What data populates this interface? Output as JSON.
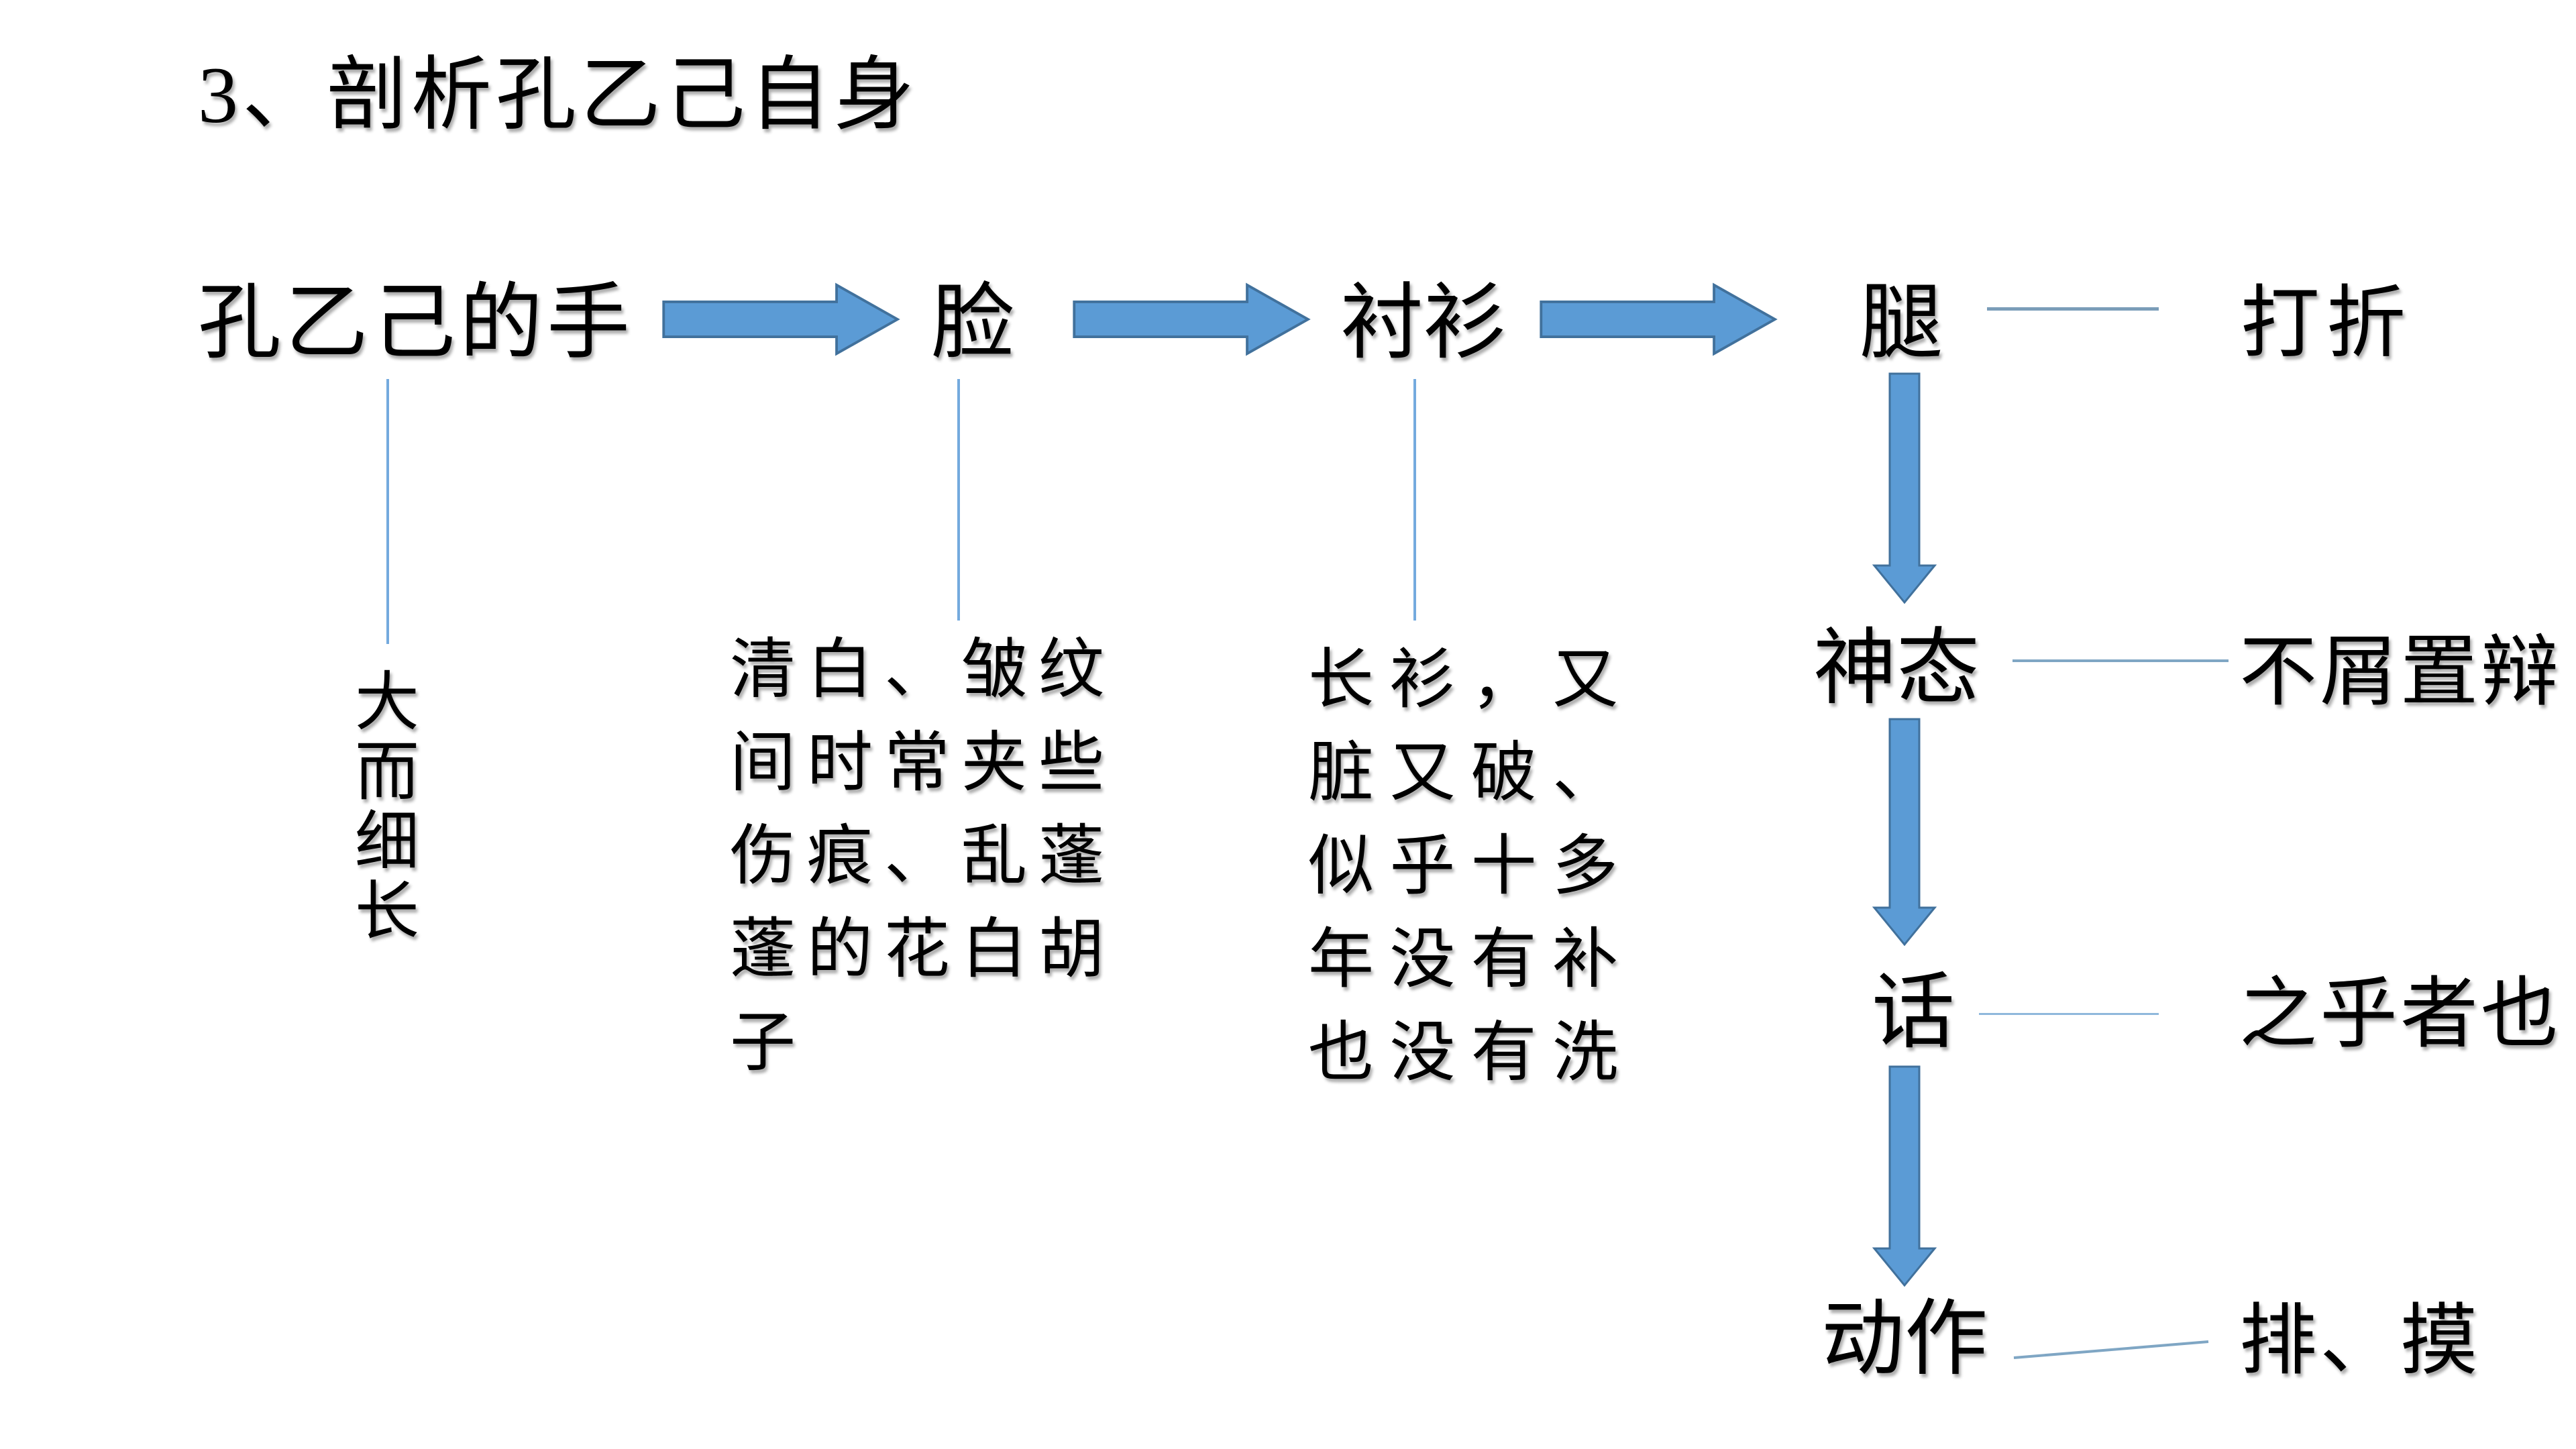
{
  "slide": {
    "title": "3、剖析孔乙己自身",
    "background_color": "#FFFFFF"
  },
  "colors": {
    "block_arrow_fill": "#5B9BD5",
    "block_arrow_outline": "#41719C",
    "connector_line": "#7A9DB8",
    "drop_line": "#74AADE",
    "text": "#000000"
  },
  "nodes": {
    "hand": {
      "label": "孔乙己的手",
      "note": "大而细长"
    },
    "face": {
      "label": "脸",
      "note_lines": [
        "清白、皱纹",
        "间时常夹些",
        "伤痕、乱蓬",
        "蓬的花白胡",
        "子"
      ]
    },
    "shirt": {
      "label": "衬衫",
      "note_lines": [
        "长衫，又",
        "脏又破、",
        "似乎十多",
        "年没有补",
        "也没有洗"
      ]
    },
    "leg": {
      "label": "腿",
      "note": "打折"
    },
    "expression": {
      "label": "神态",
      "note": "不屑置辩"
    },
    "speech": {
      "label": "话",
      "note": "之乎者也"
    },
    "action": {
      "label": "动作",
      "note": "排、摸"
    }
  },
  "edges": [
    {
      "from": "hand",
      "to": "face",
      "style": "block-arrow-right"
    },
    {
      "from": "face",
      "to": "shirt",
      "style": "block-arrow-right"
    },
    {
      "from": "shirt",
      "to": "leg",
      "style": "block-arrow-right"
    },
    {
      "from": "leg",
      "to": "leg-note",
      "style": "thin-line"
    },
    {
      "from": "leg",
      "to": "expression",
      "style": "block-arrow-down"
    },
    {
      "from": "expression",
      "to": "expression-note",
      "style": "thin-line"
    },
    {
      "from": "expression",
      "to": "speech",
      "style": "block-arrow-down"
    },
    {
      "from": "speech",
      "to": "speech-note",
      "style": "thin-line"
    },
    {
      "from": "speech",
      "to": "action",
      "style": "block-arrow-down"
    },
    {
      "from": "action",
      "to": "action-note",
      "style": "thin-line"
    },
    {
      "from": "hand",
      "to": "hand-note",
      "style": "drop-line"
    },
    {
      "from": "face",
      "to": "face-note",
      "style": "drop-line"
    },
    {
      "from": "shirt",
      "to": "shirt-note",
      "style": "drop-line"
    }
  ]
}
